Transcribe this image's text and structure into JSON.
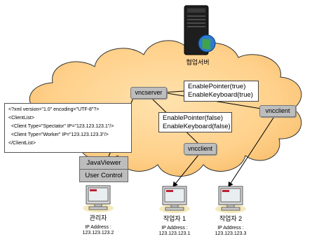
{
  "server_label": "협업서버",
  "vncserver_label": "vncserver",
  "server_commands": [
    "EnablePointer(true)",
    "EnableKeyboard(true)"
  ],
  "client_commands": [
    "EnablePointer(false)",
    "EnableKeyboard(false)"
  ],
  "vncclient_right_label": "vncclient",
  "vncclient_center_label": "vncclient",
  "xml_lines": [
    "<?xml version=\"1.0\" encoding=\"UTF-8\"?>",
    "<ClientList>",
    "  <Client Type=\"Spectator\" IP=\"123.123.123.1\"/>",
    "  <Client Type=\"Worker\" IP=\"123.123.123.3\"/>",
    "</ClientList>"
  ],
  "javaviewer": [
    "JavaViewer",
    "User Control"
  ],
  "computers": [
    {
      "name": "관리자",
      "ip_label": "IP Address :",
      "ip": "123.123.123.2"
    },
    {
      "name": "작업자 1",
      "ip_label": "IP Address :",
      "ip": "123.123.123.1"
    },
    {
      "name": "작업자 2",
      "ip_label": "IP Address :",
      "ip": "123.123.123.3"
    }
  ]
}
